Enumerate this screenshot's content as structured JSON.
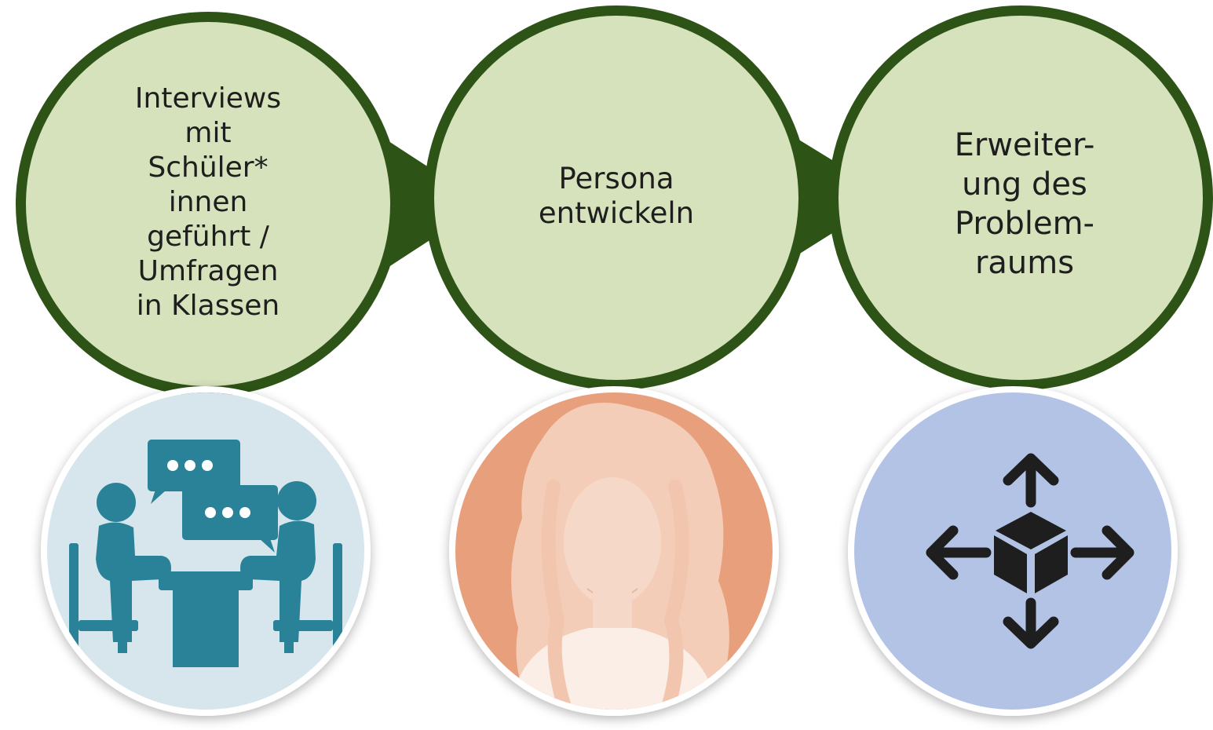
{
  "diagram": {
    "steps": [
      {
        "label": "Interviews\nmit\nSchüler*\ninnen\ngeführt /\nUmfragen\nin Klassen",
        "icon": "interview-icon"
      },
      {
        "label": "Persona\nentwickeln",
        "icon": "persona-icon"
      },
      {
        "label": "Erweiter-\nung des\nProblem-\nraums",
        "icon": "problem-space-icon"
      }
    ]
  },
  "colors": {
    "circle_fill": "#d6e2bc",
    "circle_border": "#2d5416",
    "interview_bg": "#d6e6ec",
    "interview_figure": "#2a8299",
    "persona_bg": "#e8a07c",
    "persona_figure": "#f6d8c8",
    "problem_bg": "#b3c3e6",
    "problem_figure": "#1e1e1e"
  }
}
